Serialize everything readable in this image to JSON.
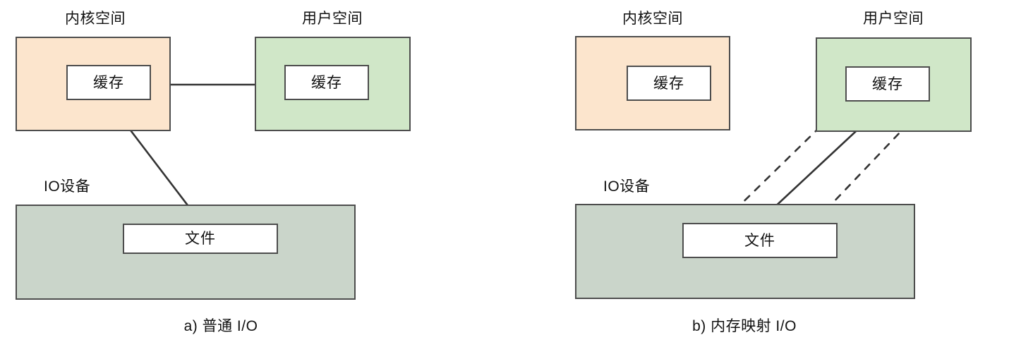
{
  "figure": {
    "title_a": "a) 普通 I/O",
    "title_b": "b) 内存映射 I/O"
  },
  "colors": {
    "kernel_fill": "#fce5cd",
    "user_fill": "#d0e7c8",
    "io_fill": "#cad5ca",
    "box_fill": "#ffffff",
    "stroke": "#4d4d4d",
    "arrow": "#333333",
    "text": "#111111",
    "background": "#ffffff"
  },
  "panel_a": {
    "kernel": {
      "label": "内核空间",
      "inner_label": "缓存"
    },
    "user": {
      "label": "用户空间",
      "inner_label": "缓存"
    },
    "io": {
      "label": "IO设备",
      "inner_label": "文件"
    },
    "caption": "a) 普通 I/O",
    "connections": [
      {
        "name": "user-cache-to-kernel-cache",
        "style": "solid",
        "arrows": "both"
      },
      {
        "name": "kernel-cache-to-file",
        "style": "solid",
        "arrows": "both"
      }
    ]
  },
  "panel_b": {
    "kernel": {
      "label": "内核空间",
      "inner_label": "缓存"
    },
    "user": {
      "label": "用户空间",
      "inner_label": "缓存"
    },
    "io": {
      "label": "IO设备",
      "inner_label": "文件"
    },
    "caption": "b) 内存映射 I/O",
    "connections": [
      {
        "name": "file-to-user-cache",
        "style": "solid",
        "arrows": "both"
      },
      {
        "name": "mapping-left",
        "style": "dashed",
        "arrows": "none"
      },
      {
        "name": "mapping-right",
        "style": "dashed",
        "arrows": "none"
      }
    ]
  }
}
